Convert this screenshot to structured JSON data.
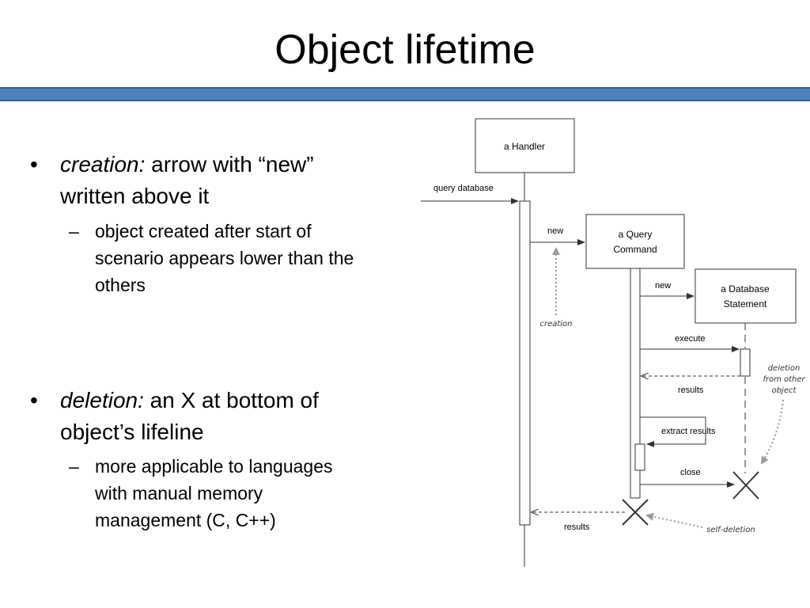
{
  "title": "Object lifetime",
  "bullets": [
    {
      "term": "creation:",
      "text_line1": " arrow with “new”",
      "text_line2": "written above it",
      "sub": [
        "object created after start of",
        "scenario appears lower than the",
        "others"
      ]
    },
    {
      "term": "deletion:",
      "text_line1": " an X at bottom of",
      "text_line2": "object’s lifeline",
      "sub": [
        "more applicable to languages",
        "with manual memory",
        "management (C, C++)"
      ]
    }
  ],
  "bullet_char": "•",
  "dash_char": "–",
  "diagram": {
    "objects": {
      "handler": "a Handler",
      "query_1": "a Query",
      "query_2": "Command",
      "db_1": "a Database",
      "db_2": "Statement"
    },
    "messages": {
      "query_database": "query database",
      "new_query": "new",
      "new_db": "new",
      "execute": "execute",
      "results_db": "results",
      "extract_results": "extract results",
      "close": "close",
      "results_handler": "results"
    },
    "annotations": {
      "creation": "creation",
      "deletion_1": "deletion",
      "deletion_2": "from other",
      "deletion_3": "object",
      "self_deletion": "self-deletion"
    },
    "colors": {
      "line": "#333333",
      "annotation": "#999999"
    }
  },
  "colors": {
    "title_bar": "#4f81bd",
    "title_bar_border": "#385d8a"
  }
}
